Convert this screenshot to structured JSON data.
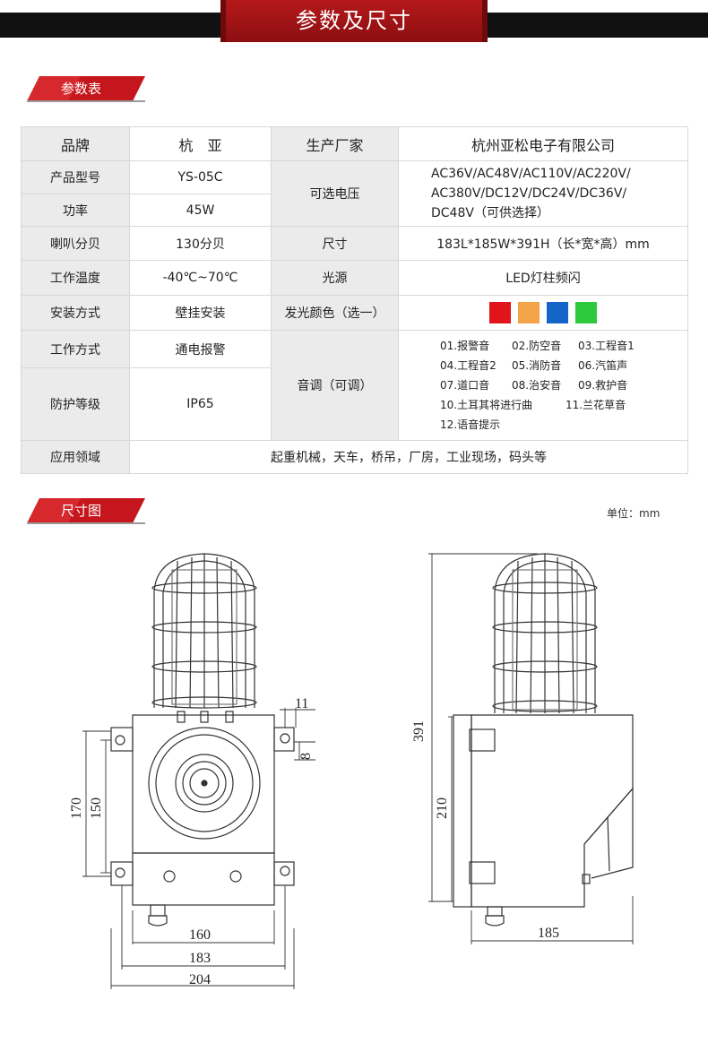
{
  "header": {
    "title": "参数及尺寸"
  },
  "section1": {
    "label": "参数表"
  },
  "section2": {
    "label": "尺寸图",
    "unit": "单位：mm"
  },
  "table": {
    "brand_label": "品牌",
    "brand_value": "杭　亚",
    "maker_label": "生产厂家",
    "maker_value": "杭州亚松电子有限公司",
    "model_label": "产品型号",
    "model_value": "YS-05C",
    "power_label": "功率",
    "power_value": "45W",
    "voltage_label": "可选电压",
    "voltage_lines": [
      "AC36V/AC48V/AC110V/AC220V/",
      "AC380V/DC12V/DC24V/DC36V/",
      "DC48V（可供选择）"
    ],
    "db_label": "喇叭分贝",
    "db_value": "130分贝",
    "size_label": "尺寸",
    "size_value": "183L*185W*391H（长*宽*高）mm",
    "temp_label": "工作温度",
    "temp_value": "-40℃~70℃",
    "light_label": "光源",
    "light_value": "LED灯柱频闪",
    "install_label": "安装方式",
    "install_value": "壁挂安装",
    "color_label": "发光颜色（选一）",
    "colors": [
      "#e0141a",
      "#f4a349",
      "#1565c8",
      "#2ec83c"
    ],
    "mode_label": "工作方式",
    "mode_value": "通电报警",
    "tone_label": "音调（可调）",
    "tones": [
      [
        "01.报警音",
        "02.防空音",
        "03.工程音1"
      ],
      [
        "04.工程音2",
        "05.消防音",
        "06.汽笛声"
      ],
      [
        "07.道口音",
        "08.治安音",
        "09.救护音"
      ],
      [
        "10.土耳其将进行曲",
        "11.兰花草音"
      ],
      [
        "12.语音提示"
      ]
    ],
    "ip_label": "防护等级",
    "ip_value": "IP65",
    "app_label": "应用领域",
    "app_value": "起重机械，天车，桥吊，厂房，工业现场，码头等"
  },
  "dimensions": {
    "d11": "11",
    "d8": "8",
    "d170": "170",
    "d150": "150",
    "d160": "160",
    "d183": "183",
    "d204": "204",
    "d391": "391",
    "d210": "210",
    "d185": "185"
  }
}
